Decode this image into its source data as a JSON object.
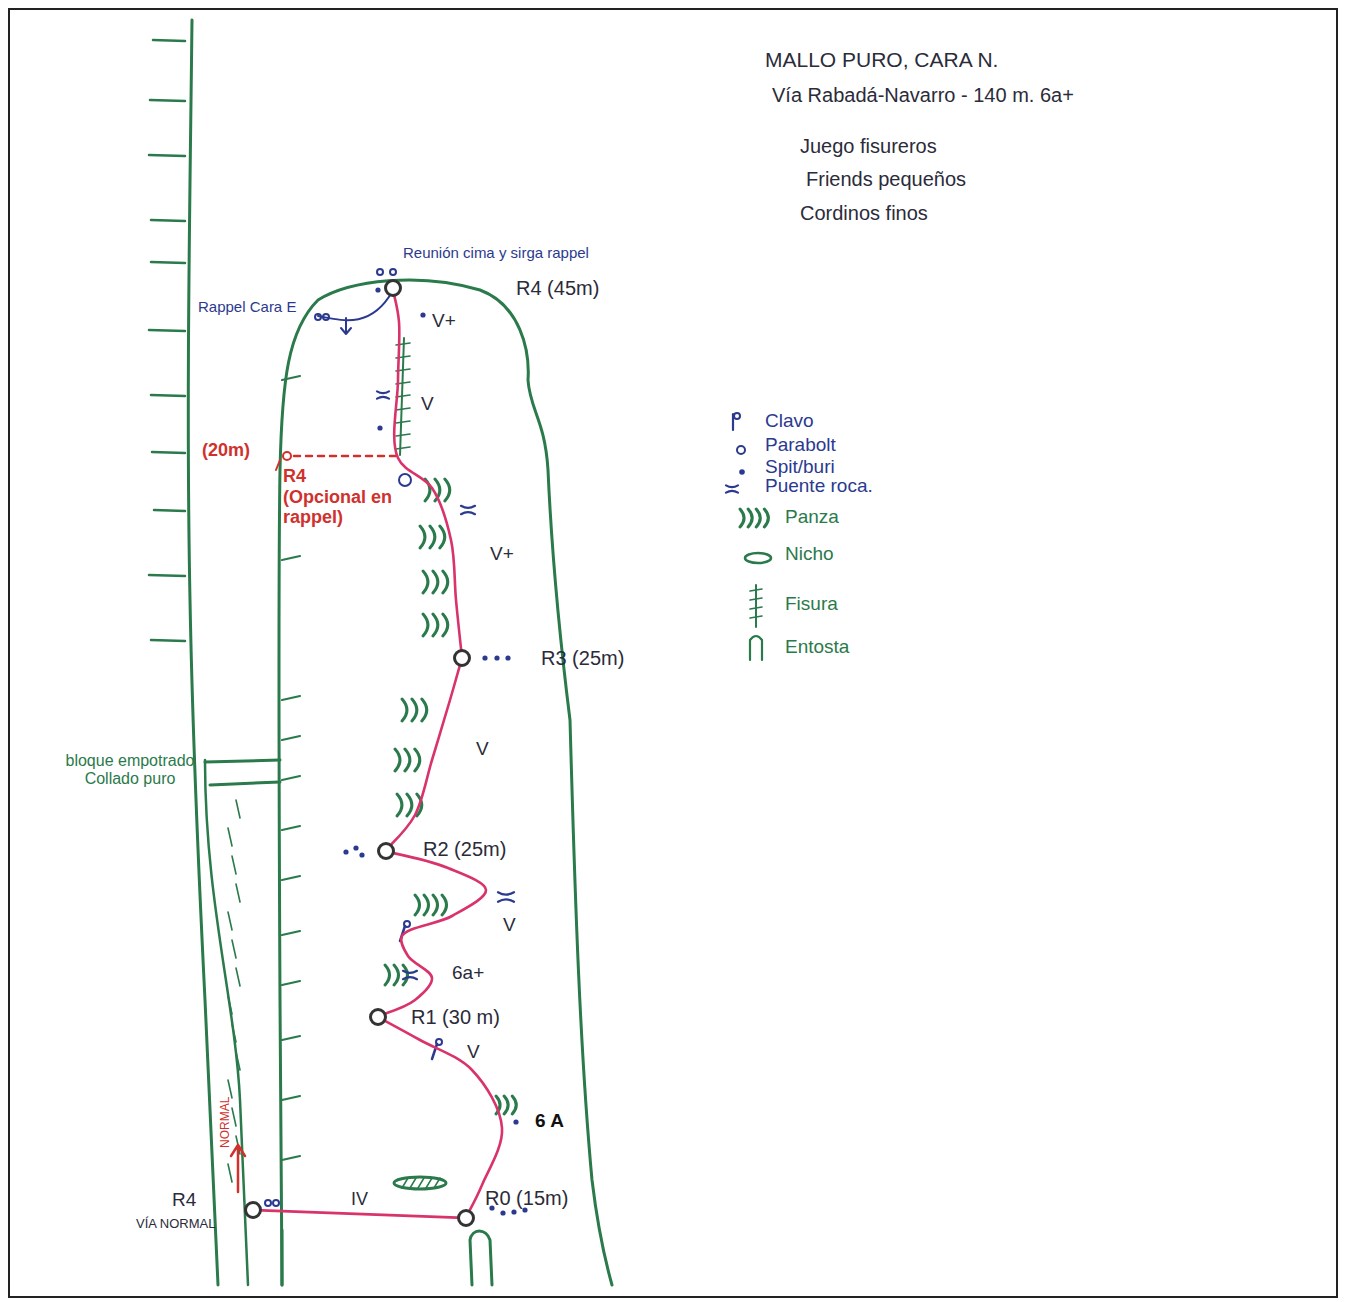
{
  "diagram": {
    "title": "MALLO PURO, CARA N.",
    "nodes": [
      {
        "text": [
          "R4 (45m)"
        ]
      },
      {
        "text": [
          "R4 (Opcional en rappel)"
        ]
      },
      {
        "text": [
          "R3 (25m)"
        ]
      },
      {
        "text": [
          "R2 (25m)"
        ]
      },
      {
        "text": [
          "R1 (30 m)"
        ]
      },
      {
        "text": [
          "R0 (15m)"
        ]
      },
      {
        "text": [
          "R4",
          "VÍA NORMAL"
        ]
      }
    ],
    "edges": [
      {
        "from": 6,
        "to": 5,
        "arrow": "none",
        "label": "IV"
      },
      {
        "from": 5,
        "to": 4,
        "arrow": "none"
      },
      {
        "from": 4,
        "to": 3,
        "arrow": "none"
      },
      {
        "from": 3,
        "to": 2,
        "arrow": "none"
      },
      {
        "from": 2,
        "to": 0,
        "arrow": "none"
      }
    ],
    "labels": [
      "Vía Rabadá-Navarro - 140 m. 6a+",
      "Juego fisureros",
      "Friends pequeños",
      "Cordinos finos",
      "Reunión cima y sirga rappel",
      "Rappel Cara E",
      "V+",
      "V",
      "(20m)",
      "V+",
      "V",
      "bloque empotrado Collado puro",
      "V",
      "6a+",
      "V",
      "6 A",
      "NORMAL"
    ],
    "legend": [
      {
        "text": "Clavo"
      },
      {
        "text": "Parabolt"
      },
      {
        "text": "Spit/buri"
      },
      {
        "text": "Puente roca."
      },
      {
        "text": "Panza"
      },
      {
        "text": "Nicho"
      },
      {
        "text": "Fisura"
      },
      {
        "text": "Entosta"
      }
    ]
  }
}
